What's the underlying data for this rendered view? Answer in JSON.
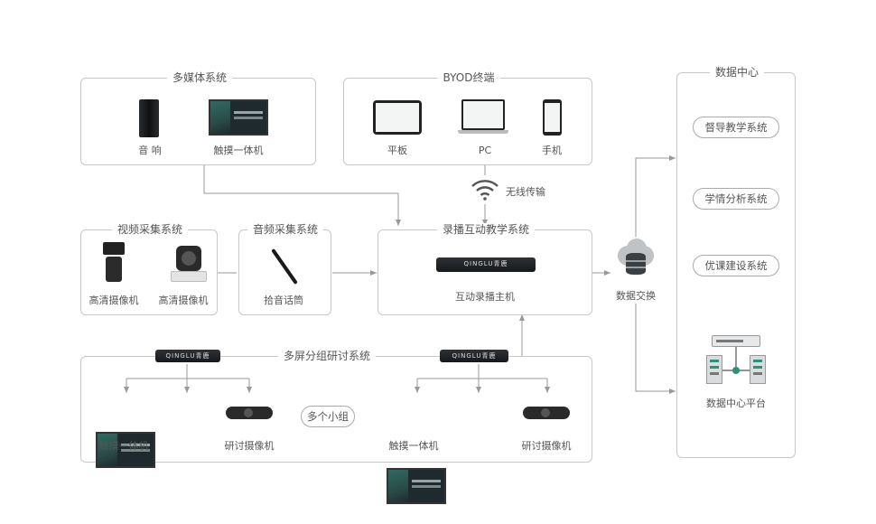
{
  "groups": {
    "multimedia": {
      "title": "多媒体系统",
      "items": [
        "音 响",
        "触摸一体机"
      ]
    },
    "byod": {
      "title": "BYOD终端",
      "items": [
        "平板",
        "PC",
        "手机"
      ]
    },
    "wireless": "无线传输",
    "video": {
      "title": "视频采集系统",
      "items": [
        "高清摄像机",
        "高清摄像机"
      ]
    },
    "audio": {
      "title": "音频采集系统",
      "items": [
        "拾音话筒"
      ]
    },
    "recording": {
      "title": "录播互动教学系统",
      "host_brand": "QINGLU青鹿",
      "items": [
        "互动录播主机"
      ]
    },
    "data_exchange": "数据交换",
    "multiscreen": {
      "title": "多屏分组研讨系统",
      "host_brand_left": "QINGLU青鹿",
      "host_brand_right": "QINGLU青鹿",
      "items": [
        "触摸一体机",
        "研讨摄像机",
        "多个小组",
        "触摸一体机",
        "研讨摄像机"
      ]
    },
    "datacenter": {
      "title": "数据中心",
      "systems": [
        "督导教学系统",
        "学情分析系统",
        "优课建设系统"
      ],
      "platform": "数据中心平台"
    }
  },
  "colors": {
    "line": "#999999",
    "border": "#c8c8c8",
    "accent_green": "#2f6b62"
  }
}
